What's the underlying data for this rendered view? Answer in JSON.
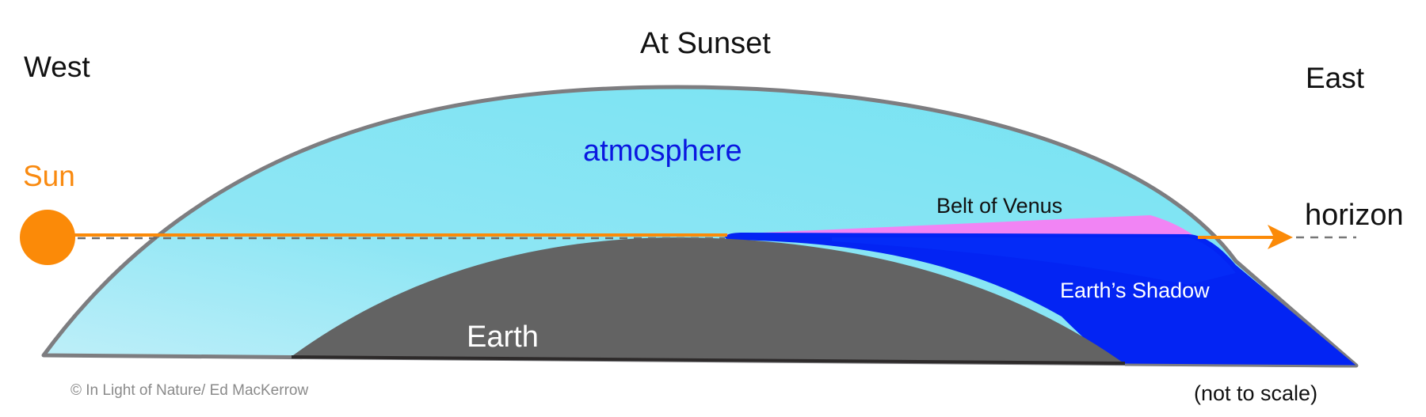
{
  "diagram": {
    "title": "At Sunset",
    "directions": {
      "west": "West",
      "east": "East"
    },
    "labels": {
      "sun": "Sun",
      "atmosphere": "atmosphere",
      "belt_of_venus": "Belt of Venus",
      "horizon": "horizon",
      "earths_shadow": "Earth’s Shadow",
      "earth": "Earth",
      "not_to_scale": "(not to scale)"
    },
    "credit": "© In Light of Nature/ Ed MacKerrow",
    "colors": {
      "sun": "#fb8a08",
      "atmosphere_light": "#b3ecf8",
      "atmosphere": "#74e2f2",
      "atmosphere_outline": "#7d7d80",
      "earth": "#636363",
      "belt_of_venus": "#f184f4",
      "earths_shadow": "#0022f5",
      "title_text": "#111111",
      "atmosphere_text": "#0a18e0",
      "credit_text": "#8a8a8a"
    }
  }
}
